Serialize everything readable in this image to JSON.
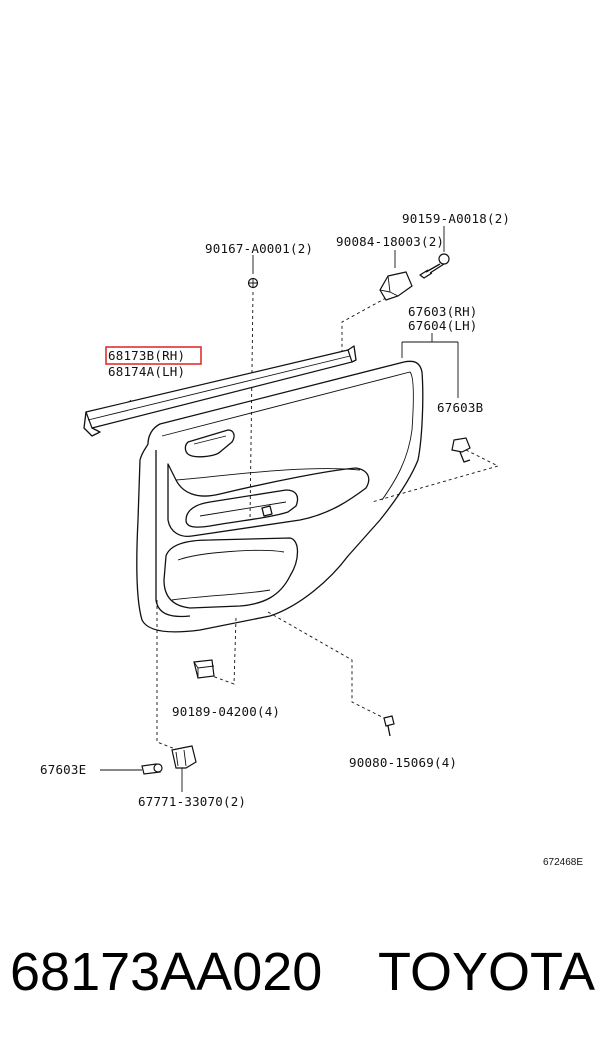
{
  "labels": {
    "p90159": "90159-A0018(2)",
    "p90167": "90167-A0001(2)",
    "p90084": "90084-18003(2)",
    "p67603rh": "67603(RH)",
    "p67604lh": "67604(LH)",
    "p68173b": "68173B(RH)",
    "p68174a": "68174A(LH)",
    "p67603b": "67603B",
    "p90189": "90189-04200(4)",
    "p90080": "90080-15069(4)",
    "p67603e": "67603E",
    "p67771": "67771-33070(2)",
    "diagram_code": "672468E"
  },
  "footer": {
    "part_number": "68173AA020",
    "brand": "TOYOTA"
  },
  "colors": {
    "highlight": "#e03030",
    "line": "#111111"
  }
}
